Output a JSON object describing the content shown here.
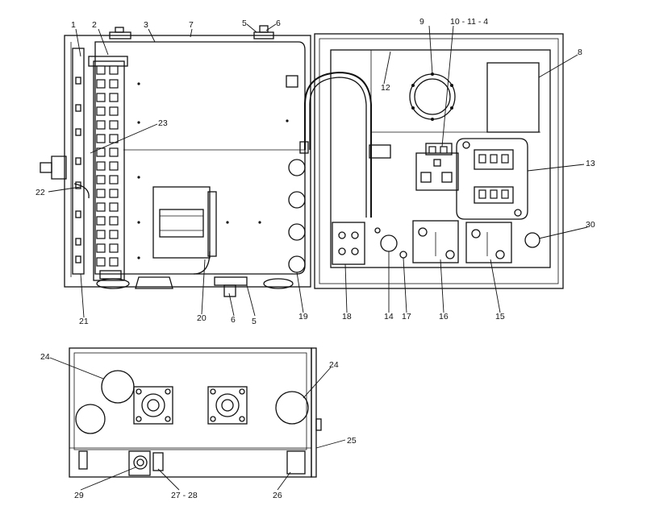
{
  "callouts": [
    {
      "id": "c1",
      "text": "1"
    },
    {
      "id": "c2",
      "text": "2"
    },
    {
      "id": "c3",
      "text": "3"
    },
    {
      "id": "c7",
      "text": "7"
    },
    {
      "id": "c5a",
      "text": "5"
    },
    {
      "id": "c6a",
      "text": "6"
    },
    {
      "id": "c9",
      "text": "9"
    },
    {
      "id": "c10",
      "text": "10 - 11 - 4"
    },
    {
      "id": "c8",
      "text": "8"
    },
    {
      "id": "c12",
      "text": "12"
    },
    {
      "id": "c23",
      "text": "23"
    },
    {
      "id": "c13",
      "text": "13"
    },
    {
      "id": "c22",
      "text": "22"
    },
    {
      "id": "c30",
      "text": "30"
    },
    {
      "id": "c21",
      "text": "21"
    },
    {
      "id": "c20",
      "text": "20"
    },
    {
      "id": "c6b",
      "text": "6"
    },
    {
      "id": "c5b",
      "text": "5"
    },
    {
      "id": "c19",
      "text": "19"
    },
    {
      "id": "c18",
      "text": "18"
    },
    {
      "id": "c14",
      "text": "14"
    },
    {
      "id": "c17",
      "text": "17"
    },
    {
      "id": "c16",
      "text": "16"
    },
    {
      "id": "c15",
      "text": "15"
    },
    {
      "id": "c24a",
      "text": "24"
    },
    {
      "id": "c24b",
      "text": "24"
    },
    {
      "id": "c25",
      "text": "25"
    },
    {
      "id": "c29",
      "text": "29"
    },
    {
      "id": "c27",
      "text": "27 - 28"
    },
    {
      "id": "c26",
      "text": "26"
    }
  ]
}
